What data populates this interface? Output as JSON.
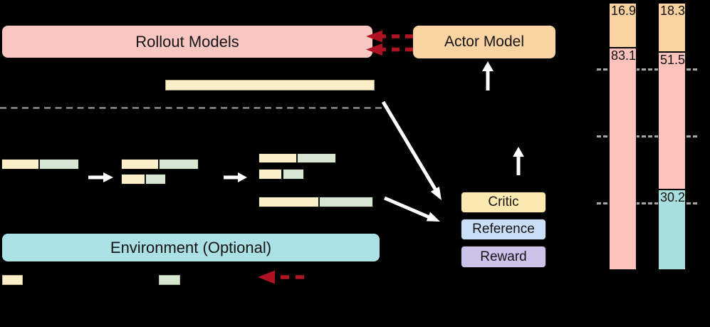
{
  "boxes": {
    "rollout": "Rollout Models",
    "actor": "Actor Model",
    "environment": "Environment (Optional)",
    "critic": "Critic",
    "reference": "Reference",
    "reward": "Reward"
  },
  "colors": {
    "rollout_pink": "#F9C7C2",
    "actor_orange": "#FAD3A2",
    "environment_teal": "#ABE0E4",
    "critic_yellow": "#FBE9AF",
    "reference_blue": "#CBDEF7",
    "reward_purple": "#CDC2E9",
    "sequence_yellow": "#FBEFC9",
    "sequence_green": "#D7E6D0",
    "cream_bar": "#FBF0CA",
    "sync_arrow_red": "#AF1222",
    "separator_gray": "#8c8c8c",
    "arrow_white": "#ffffff",
    "background": "#000000"
  },
  "chart_data": {
    "type": "bar",
    "stacked": true,
    "ylim": [
      0,
      100
    ],
    "gridlines_pct": [
      25,
      50,
      75
    ],
    "grid": true,
    "palette": {
      "orange": "#FAD2A0",
      "pink": "#FBC2BC",
      "teal": "#A9DEDE"
    },
    "bars": [
      {
        "segments": [
          {
            "label": "16.9",
            "value": 16.9,
            "color": "orange"
          },
          {
            "label": "83.1",
            "value": 83.1,
            "color": "pink"
          }
        ]
      },
      {
        "segments": [
          {
            "label": "18.3",
            "value": 18.3,
            "color": "orange"
          },
          {
            "label": "51.5",
            "value": 51.5,
            "color": "pink"
          },
          {
            "label": "30.2",
            "value": 30.2,
            "color": "teal"
          }
        ]
      }
    ]
  }
}
